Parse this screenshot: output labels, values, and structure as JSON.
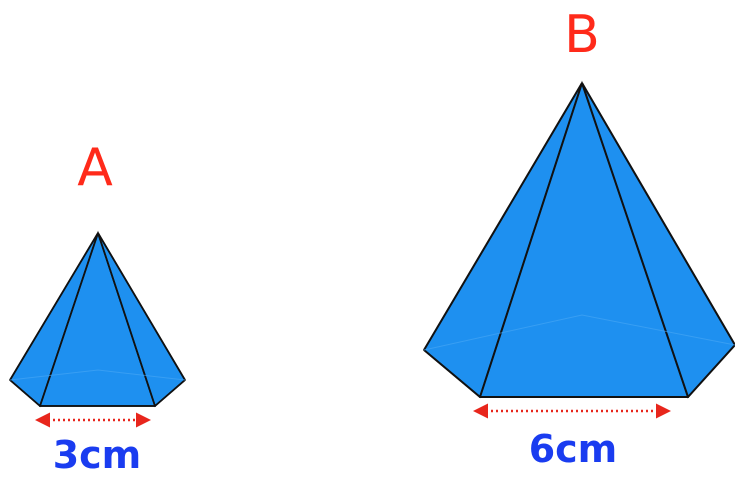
{
  "colors": {
    "pyramid_fill": "#1E90F0",
    "edge": "#111111",
    "label_red": "#FF2A1A",
    "dimension_blue": "#1A3CF0",
    "arrow_red": "#E8261C"
  },
  "shapes": [
    {
      "label": "A",
      "dimension": "3cm"
    },
    {
      "label": "B",
      "dimension": "6cm"
    }
  ]
}
